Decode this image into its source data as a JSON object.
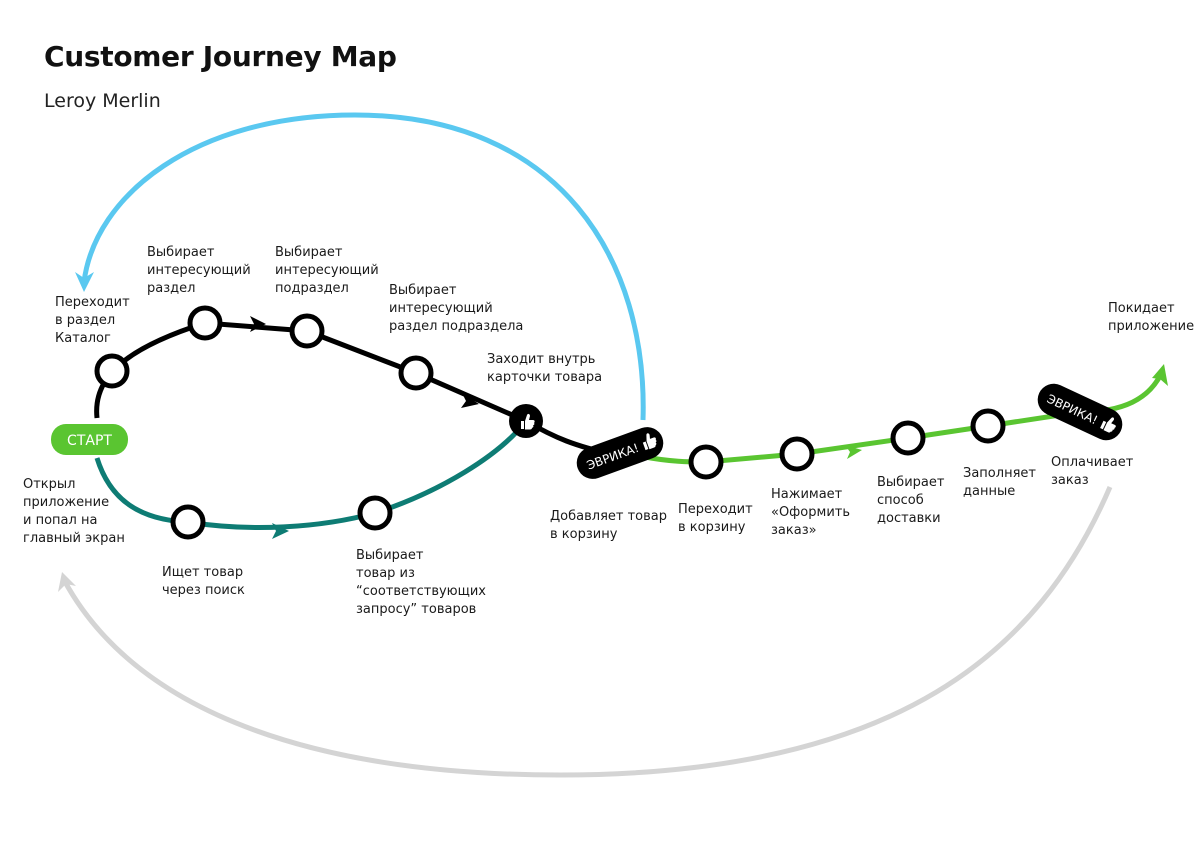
{
  "header": {
    "title": "Customer Journey Map",
    "subtitle": "Leroy Merlin"
  },
  "colors": {
    "loop_blue": "#5ac8f0",
    "loop_gray": "#d4d4d4",
    "path_black": "#000000",
    "path_teal": "#0e7c74",
    "path_green": "#5ac531",
    "start_badge": "#5ac531"
  },
  "badges": {
    "start": "СТАРТ",
    "eureka_1": "ЭВРИКА!",
    "eureka_2": "ЭВРИКА!"
  },
  "icons": {
    "thumb": "thumbs-up-icon"
  },
  "steps": {
    "open_app": "Открыл\nприложение\nи попал на\nглавный экран",
    "catalog": "Переходит\nв раздел\nКаталог",
    "section": "Выбирает\nинтересующий\nраздел",
    "subsection": "Выбирает\nинтересующий\nподраздел",
    "subsection_section": "Выбирает\nинтересующий\nраздел подраздела",
    "product_card": "Заходит внутрь\nкарточки товара",
    "search": "Ищет товар\nчерез поиск",
    "pick_from_results": "Выбирает\nтовар из\n“соответствующих\nзапросу” товаров",
    "add_to_cart": "Добавляет товар\nв корзину",
    "go_to_cart": "Переходит\nв корзину",
    "checkout": "Нажимает\n«Оформить\nзаказ»",
    "delivery": "Выбирает\nспособ\nдоставки",
    "fill_data": "Заполняет\nданные",
    "pay": "Оплачивает\nзаказ",
    "leave": "Покидает\nприложение"
  }
}
